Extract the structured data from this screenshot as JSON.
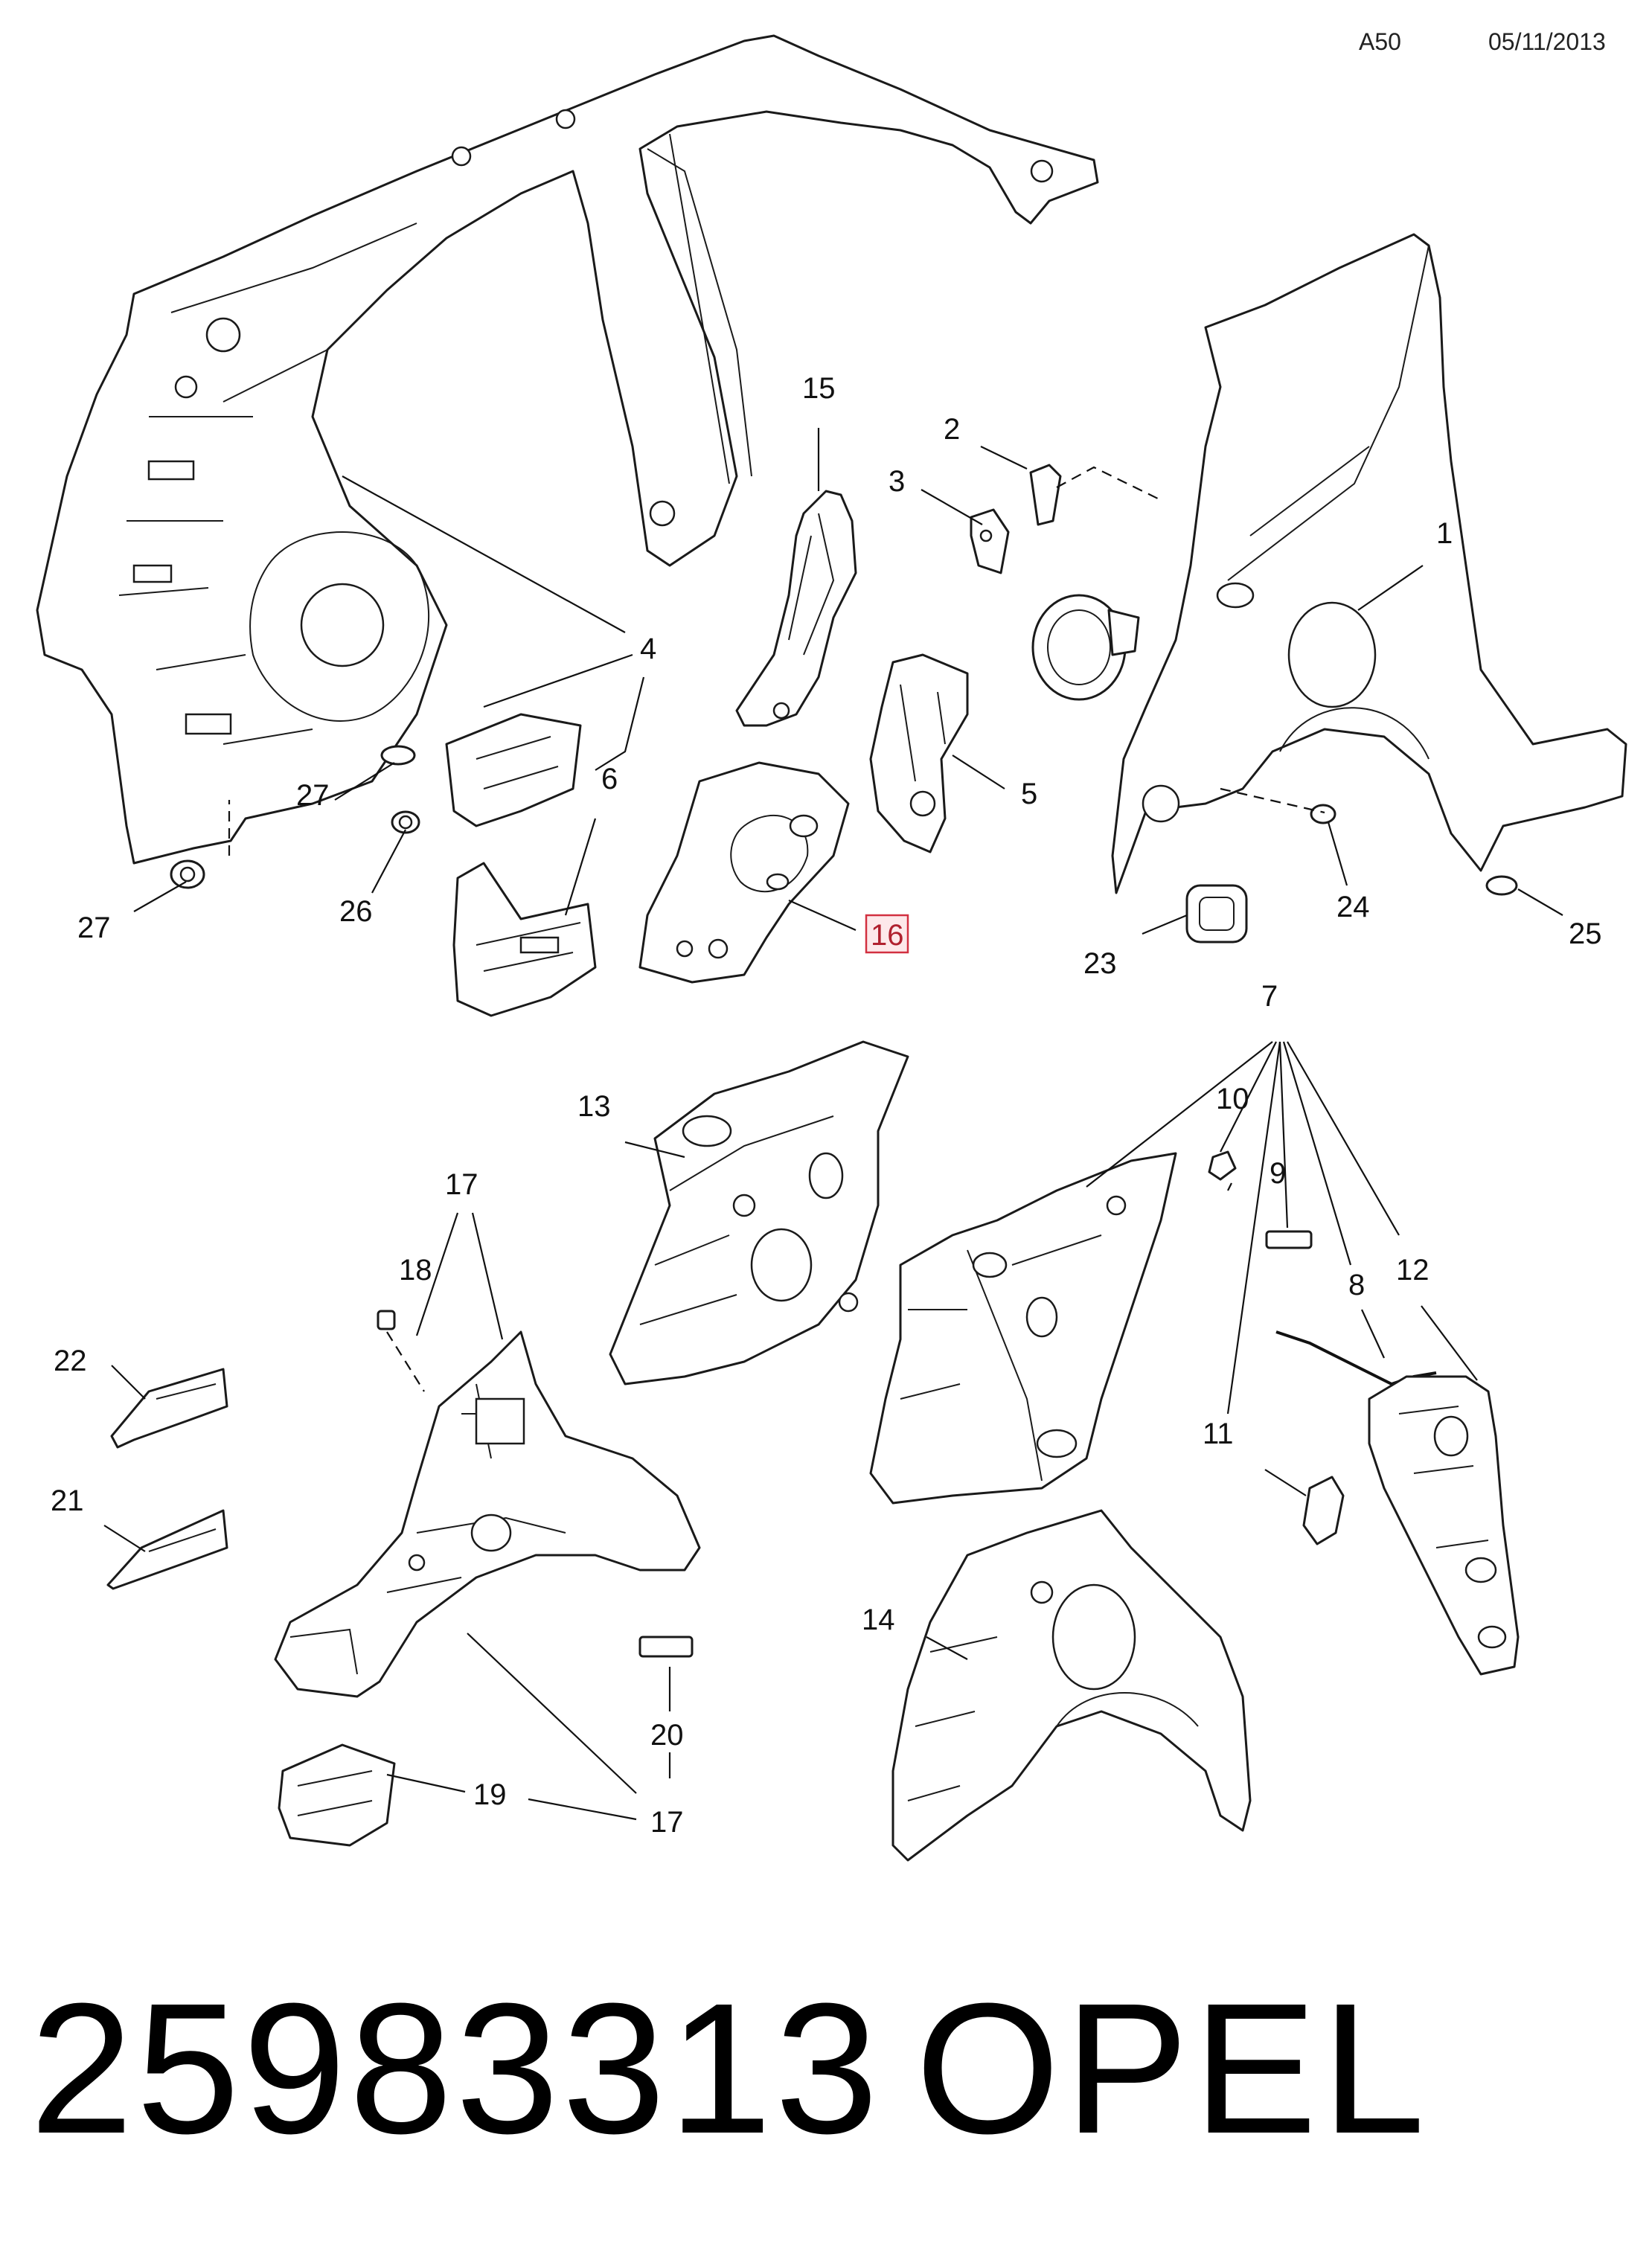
{
  "header": {
    "code": "A50",
    "date": "05/11/2013"
  },
  "footer": {
    "part_number": "25983313",
    "brand": "OPEL"
  },
  "highlight_colors": {
    "box_fill": "#fde8ea",
    "box_stroke": "#d23040"
  },
  "callouts": {
    "c1": "1",
    "c2": "2",
    "c3": "3",
    "c4": "4",
    "c5": "5",
    "c6": "6",
    "c7": "7",
    "c8": "8",
    "c9": "9",
    "c10": "10",
    "c11": "11",
    "c12": "12",
    "c13": "13",
    "c14": "14",
    "c15": "15",
    "c16": "16",
    "c17a": "17",
    "c17b": "17",
    "c18": "18",
    "c19": "19",
    "c20": "20",
    "c21": "21",
    "c22": "22",
    "c23": "23",
    "c24": "24",
    "c25": "25",
    "c26": "26",
    "c27a": "27",
    "c27b": "27"
  }
}
